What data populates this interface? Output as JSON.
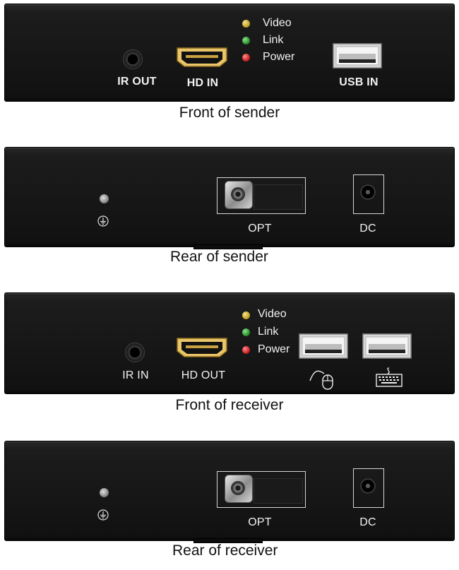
{
  "captions": {
    "front_sender": "Front of sender",
    "rear_sender": "Rear of sender",
    "front_receiver": "Front of receiver",
    "rear_receiver": "Rear of receiver"
  },
  "sender_front": {
    "ir_label": "IR OUT",
    "hdmi_label": "HD IN",
    "usb_label": "USB IN",
    "leds": [
      "Video",
      "Link",
      "Power"
    ]
  },
  "sender_rear": {
    "opt_label": "OPT",
    "dc_label": "DC"
  },
  "receiver_front": {
    "ir_label": "IR IN",
    "hdmi_label": "HD OUT",
    "leds": [
      "Video",
      "Link",
      "Power"
    ]
  },
  "receiver_rear": {
    "opt_label": "OPT",
    "dc_label": "DC"
  },
  "icons": {
    "mouse": "mouse-icon",
    "keyboard": "keyboard-icon",
    "ground": "ground-symbol-icon"
  },
  "colors": {
    "led_video": "#d4b52a",
    "led_link": "#2fa52f",
    "led_power": "#d62020"
  }
}
